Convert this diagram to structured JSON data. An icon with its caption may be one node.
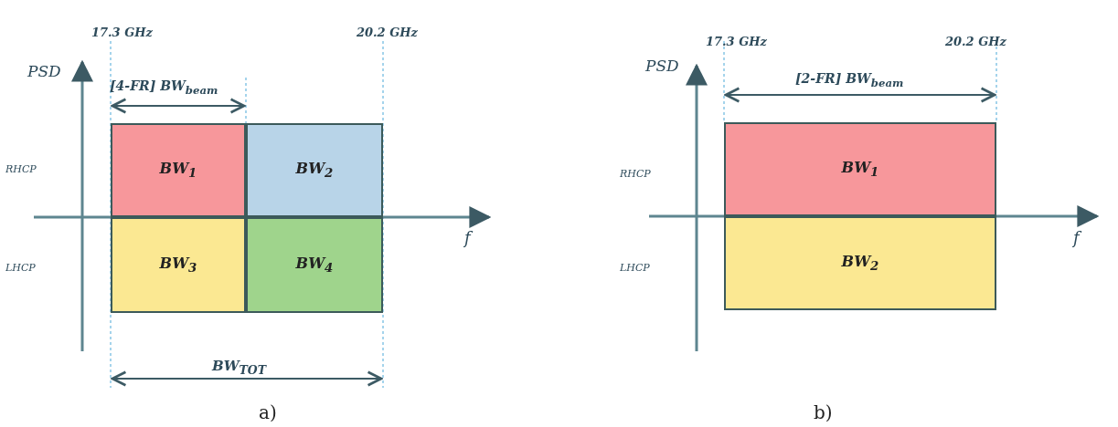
{
  "diagram": {
    "nodes": [
      {
        "text": [
          "BW$_{1}$"
        ]
      },
      {
        "text": [
          "BW$_{2}$"
        ]
      },
      {
        "text": [
          "BW$_{3}$"
        ]
      },
      {
        "text": [
          "BW$_{4}$"
        ]
      },
      {
        "text": [
          "BW$_{1}$"
        ]
      },
      {
        "text": [
          "BW$_{2}$"
        ]
      }
    ],
    "edges": [],
    "labels": [
      "17.3 GHz",
      "20.2 GHz",
      "PSD",
      "[4-FR] BW$_{beam}$",
      "RHCP",
      "f",
      "LHCP",
      "BW$_{TOT}$",
      "a)",
      "17.3 GHz",
      "20.2 GHz",
      "PSD",
      "[2-FR] BW$_{beam}$",
      "RHCP",
      "f",
      "LHCP",
      "b)"
    ]
  }
}
